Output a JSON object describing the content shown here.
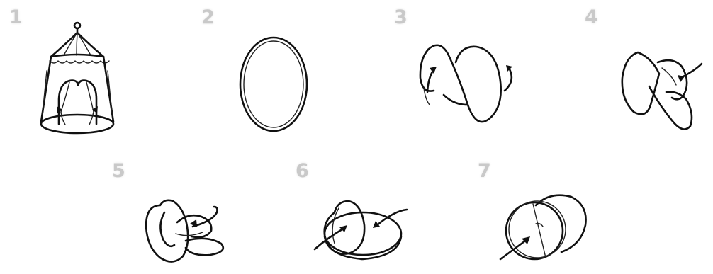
{
  "steps": [
    {
      "number": "1",
      "icon": "pop-up-tent-icon"
    },
    {
      "number": "2",
      "icon": "hoop-ring-icon"
    },
    {
      "number": "3",
      "icon": "twist-figure-eight-icon"
    },
    {
      "number": "4",
      "icon": "fold-loop-icon"
    },
    {
      "number": "5",
      "icon": "coil-loops-icon"
    },
    {
      "number": "6",
      "icon": "stacked-rings-icon"
    },
    {
      "number": "7",
      "icon": "folded-disc-icon"
    }
  ],
  "colors": {
    "number": "#c9c9c9",
    "ink": "#111111"
  }
}
